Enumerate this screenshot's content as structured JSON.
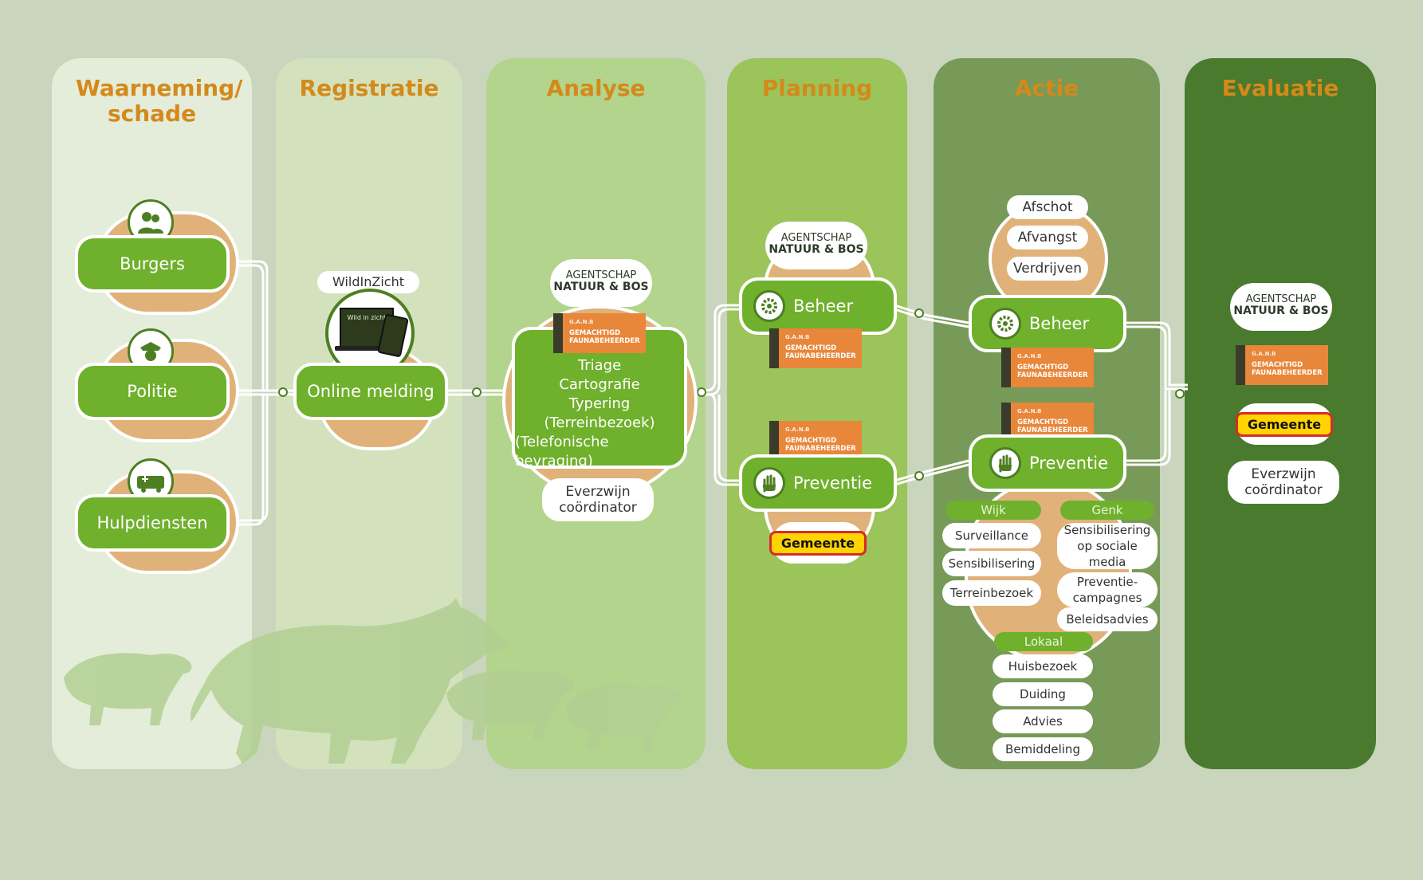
{
  "columns": [
    {
      "title": "Waarneming/ schade",
      "color": "#e4edda"
    },
    {
      "title": "Registratie",
      "color": "#d3e2bd"
    },
    {
      "title": "Analyse",
      "color": "#b3d48c"
    },
    {
      "title": "Planning",
      "color": "#9bc45b"
    },
    {
      "title": "Actie",
      "color": "#789a58"
    },
    {
      "title": "Evaluatie",
      "color": "#497a2d"
    }
  ],
  "sources": {
    "burgers": "Burgers",
    "politie": "Politie",
    "hulpdiensten": "Hulpdiensten"
  },
  "registratie": {
    "app_label": "WildInZicht",
    "screen_text": "Wild in zicht",
    "box": "Online melding"
  },
  "anb": {
    "line1": "AGENTSCHAP",
    "line2": "NATUUR & BOS"
  },
  "gf": {
    "line0": "G.A.N.B",
    "line1": "GEMACHTIGD",
    "line2": "FAUNABEHEERDER"
  },
  "gemeente": "Gemeente",
  "analyse": {
    "lines": [
      "Triage",
      "Cartografie",
      "Typering",
      "(Terreinbezoek)",
      "(Telefonische bevraging)"
    ],
    "coordinator": "Everzwijn coördinator"
  },
  "planning": {
    "beheer": "Beheer",
    "preventie": "Preventie"
  },
  "actie": {
    "beheer": "Beheer",
    "preventie": "Preventie",
    "beheer_options": [
      "Afschot",
      "Afvangst",
      "Verdrijven"
    ],
    "wijk_label": "Wijk",
    "wijk_items": [
      "Surveillance",
      "Sensibilisering",
      "Terreinbezoek"
    ],
    "genk_label": "Genk",
    "genk_items": [
      "Sensibilisering op sociale media",
      "Preventie-campagnes",
      "Beleidsadvies"
    ],
    "lokaal_label": "Lokaal",
    "lokaal_items": [
      "Huisbezoek",
      "Duiding",
      "Advies",
      "Bemiddeling"
    ]
  },
  "evaluatie": {
    "coordinator": "Everzwijn coördinator"
  },
  "colors": {
    "box_green": "#6fb02c",
    "title_orange": "#d4891a",
    "tan": "#e0b27a",
    "background": "#c9d5bd",
    "gf_orange": "#e8863a"
  }
}
